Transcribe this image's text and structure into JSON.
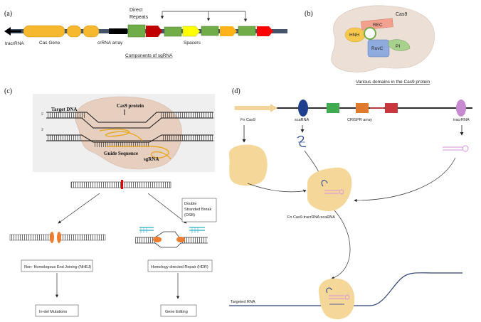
{
  "panel_a": {
    "label": "(a)",
    "tracrrna": "tracrRNA",
    "cas_gene": "Cas Gene",
    "crrna_array": "crRNA array",
    "direct_repeats": "Direct\nRepeats",
    "spacers": "Spacers",
    "caption": "Components of sgRNA",
    "colors": {
      "cas": "#f5b82e",
      "repeat": "#70ad47",
      "spacer_red": "#c00000",
      "spacer_yellow": "#ffff00",
      "spacer_orange": "#ffb319",
      "red2": "#ff0000"
    }
  },
  "panel_b": {
    "label": "(b)",
    "cas9": "Cas9",
    "rec": "REC",
    "hnh": "HNH",
    "ruvc": "RuvC",
    "pi": "PI",
    "caption": "Various domains in the Cas9 protein"
  },
  "panel_c": {
    "label": "(c)",
    "cas9_protein": "Cas9 protein",
    "target_dna": "Target DNA",
    "five_prime_top": "5'",
    "three_prime": "3'",
    "guide_sequence": "Guide Sequence",
    "sgrna": "sgRNA",
    "dsb": "Double\nStranded Break\n(DSB)",
    "nhej": "Non- Homologous End Joining (NHEJ)",
    "hdr": "Homology directed Repair (HDR)",
    "indel": "In-del Mutations",
    "gene_editing": "Gene Editing"
  },
  "panel_d": {
    "label": "(d)",
    "fn_cas9": "Fn Cas9",
    "scarna": "scaRNA",
    "crispr_array": "CRISPR array",
    "tracrrna": "tracrRNA",
    "complex": "Fn Cas9-tracrRNA:scaRNA",
    "targeted_rna": "Targeted RNA"
  }
}
